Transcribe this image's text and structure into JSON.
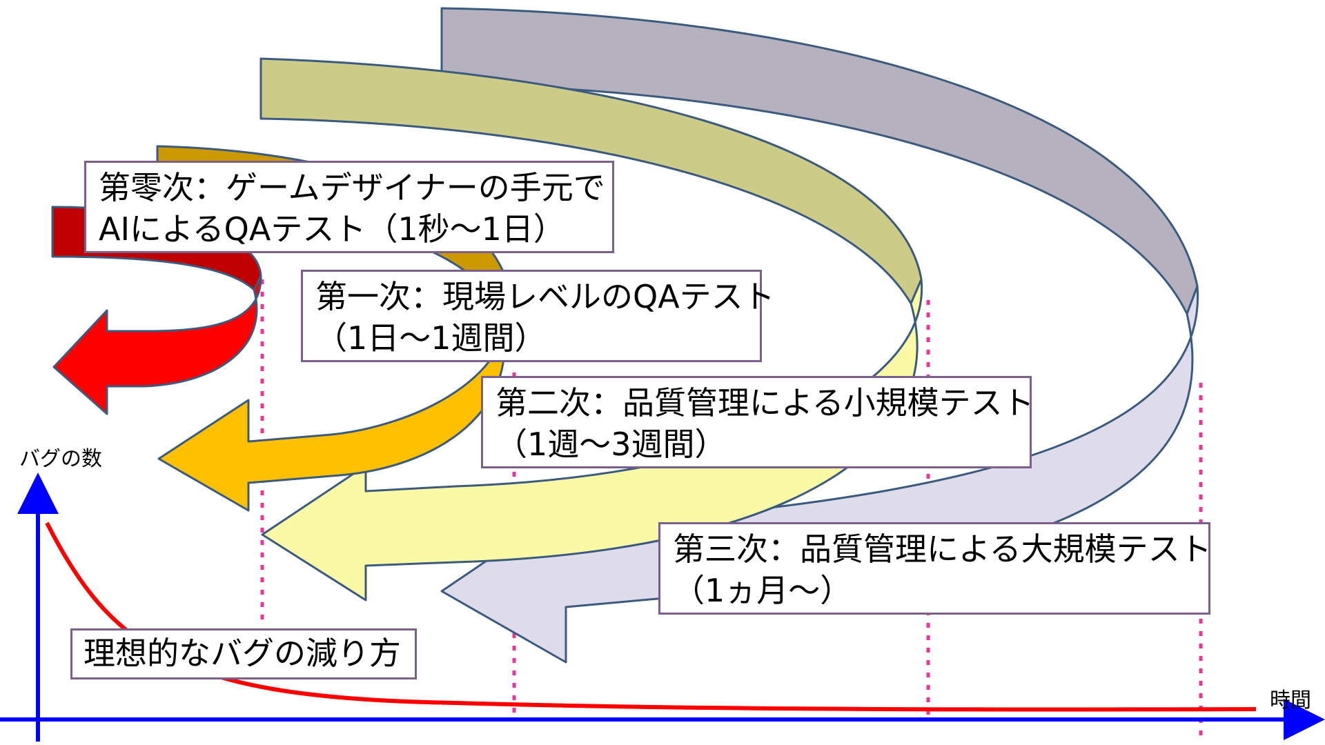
{
  "axes": {
    "y_label": "バグの数",
    "x_label": "時間"
  },
  "ideal_curve_label": "理想的なバグの減り方",
  "stages": [
    {
      "line1": "第零次：ゲームデザイナーの手元で",
      "line2": "AIによるQAテスト（1秒～1日）",
      "color": "#e00000"
    },
    {
      "line1": "第一次：現場レベルのQAテスト",
      "line2": "（1日～1週間）",
      "color": "#ffc000"
    },
    {
      "line1": "第二次：品質管理による小規模テスト",
      "line2": "（1週～3週間）",
      "color": "#f5f5a0"
    },
    {
      "line1": "第三次：品質管理による大規模テスト",
      "line2": "（1ヵ月～）",
      "color": "#dcdcec"
    }
  ],
  "colors": {
    "axis": "#0000ff",
    "curve": "#ff0000",
    "dotted": "#ee3399"
  }
}
